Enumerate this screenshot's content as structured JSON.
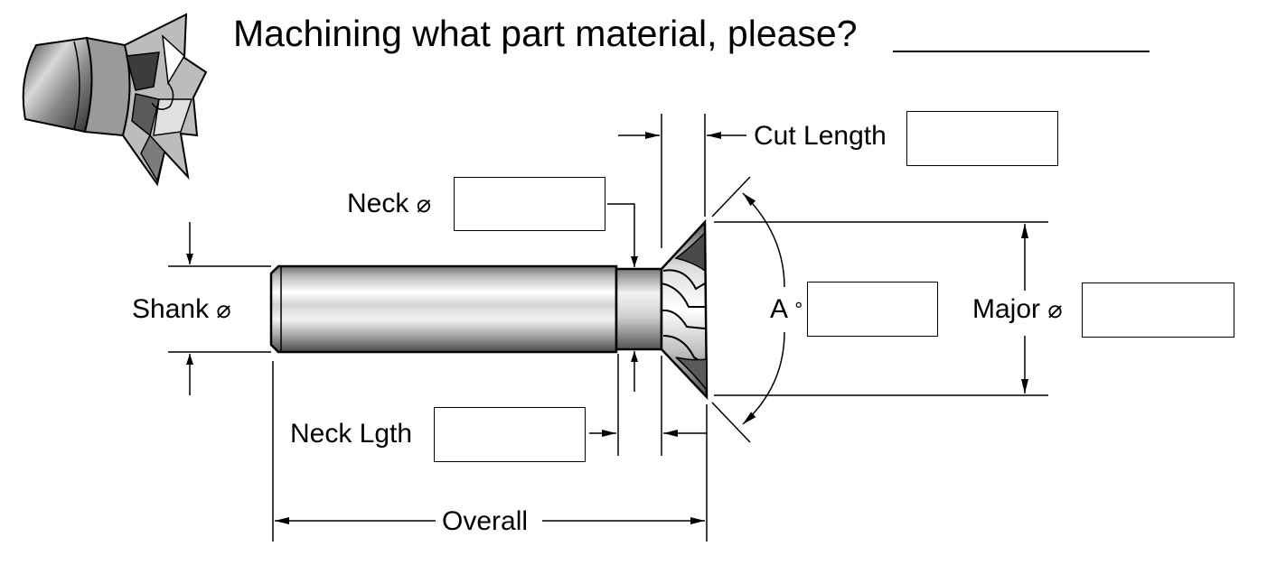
{
  "title": {
    "question": "Machining what part material, please?",
    "answer": ""
  },
  "labels": {
    "cut_length": "Cut Length",
    "neck_dia": "Neck",
    "shank_dia": "Shank",
    "angle": "A",
    "major_dia": "Major",
    "neck_length": "Neck Lgth",
    "overall": "Overall"
  },
  "symbols": {
    "diameter": "⌀",
    "degree": "°"
  },
  "fields": {
    "cut_length": "",
    "neck_dia": "",
    "angle": "",
    "major_dia": "",
    "neck_length": ""
  }
}
